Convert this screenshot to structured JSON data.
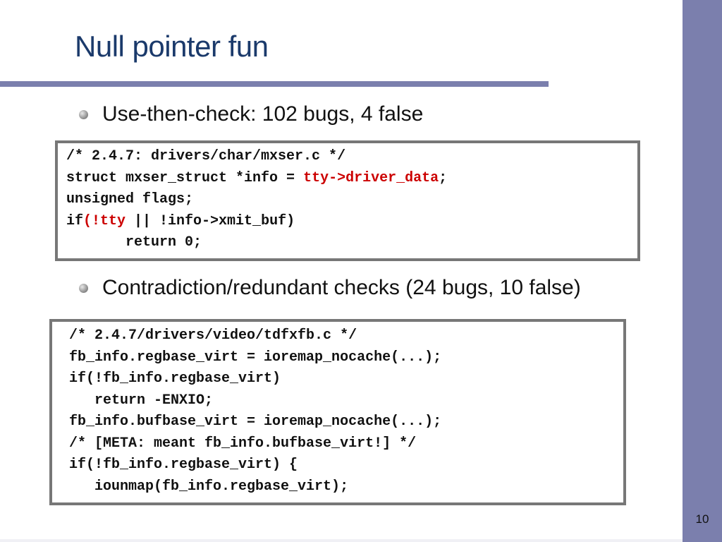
{
  "slide": {
    "title": "Null pointer fun",
    "page_number": "10",
    "accent_color": "#7b7fad",
    "title_color": "#1b3a6b",
    "highlight_color": "#cc0000"
  },
  "bullets": [
    {
      "text": "Use-then-check: 102 bugs, 4 false"
    },
    {
      "text": "Contradiction/redundant checks (24 bugs, 10 false)"
    }
  ],
  "code_blocks": [
    {
      "lines": [
        {
          "pre": "/* 2.4.7: drivers/char/mxser.c */",
          "hl": "",
          "post": ""
        },
        {
          "pre": "struct mxser_struct *info = ",
          "hl": "tty->driver_data",
          "post": ";"
        },
        {
          "pre": "unsigned flags;",
          "hl": "",
          "post": ""
        },
        {
          "pre": "if",
          "hl": "(!tty",
          "post": " || !info->xmit_buf)"
        },
        {
          "pre": "       return 0;",
          "hl": "",
          "post": ""
        }
      ]
    },
    {
      "lines": [
        {
          "pre": "/* 2.4.7/drivers/video/tdfxfb.c */",
          "hl": "",
          "post": ""
        },
        {
          "pre": "fb_info.regbase_virt = ioremap_nocache(...);",
          "hl": "",
          "post": ""
        },
        {
          "pre": "if(!fb_info.regbase_virt)",
          "hl": "",
          "post": ""
        },
        {
          "pre": "   return -ENXIO;",
          "hl": "",
          "post": ""
        },
        {
          "pre": "fb_info.bufbase_virt = ioremap_nocache(...);",
          "hl": "",
          "post": ""
        },
        {
          "pre": "/* [META: meant fb_info.bufbase_virt!] */",
          "hl": "",
          "post": ""
        },
        {
          "pre": "if(!fb_info.regbase_virt) {",
          "hl": "",
          "post": ""
        },
        {
          "pre": "   iounmap(fb_info.regbase_virt);",
          "hl": "",
          "post": ""
        }
      ]
    }
  ]
}
